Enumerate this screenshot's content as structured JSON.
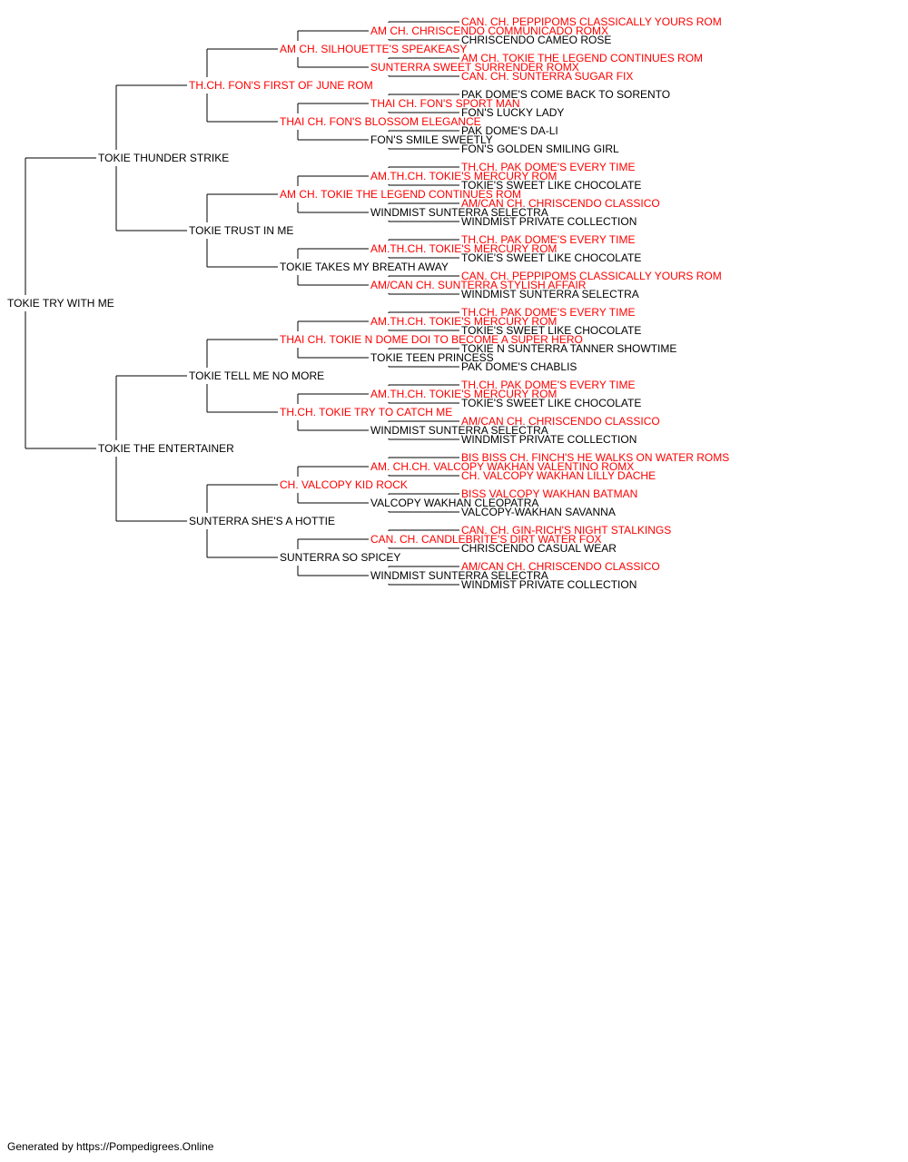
{
  "colors": {
    "champion": "#ff0000",
    "normal": "#000000",
    "connector": "#000000"
  },
  "pedigree": {
    "name": "TOKIE TRY WITH ME",
    "ch": false,
    "sire": {
      "name": "TOKIE THUNDER STRIKE",
      "ch": false,
      "sire": {
        "name": "TH.CH. FON'S FIRST OF JUNE ROM",
        "ch": true,
        "sire": {
          "name": "AM CH. SILHOUETTE'S SPEAKEASY",
          "ch": true,
          "sire": {
            "name": "AM CH. CHRISCENDO COMMUNICADO ROMX",
            "ch": true,
            "sire": {
              "name": "CAN. CH. PEPPIPOMS CLASSICALLY YOURS ROM",
              "ch": true
            },
            "dam": {
              "name": "CHRISCENDO CAMEO ROSE",
              "ch": false
            }
          },
          "dam": {
            "name": "SUNTERRA SWEET SURRENDER ROMX",
            "ch": true,
            "sire": {
              "name": "AM CH. TOKIE THE LEGEND CONTINUES ROM",
              "ch": true
            },
            "dam": {
              "name": "CAN. CH. SUNTERRA SUGAR FIX",
              "ch": true
            }
          }
        },
        "dam": {
          "name": "THAI CH. FON'S BLOSSOM ELEGANCE",
          "ch": true,
          "sire": {
            "name": "THAI CH. FON'S SPORT MAN",
            "ch": true,
            "sire": {
              "name": "PAK DOME'S COME BACK TO SORENTO",
              "ch": false
            },
            "dam": {
              "name": "FON'S LUCKY LADY",
              "ch": false
            }
          },
          "dam": {
            "name": "FON'S SMILE SWEETLY",
            "ch": false,
            "sire": {
              "name": "PAK DOME'S DA-LI",
              "ch": false
            },
            "dam": {
              "name": "FON'S GOLDEN SMILING GIRL",
              "ch": false
            }
          }
        }
      },
      "dam": {
        "name": "TOKIE TRUST IN ME",
        "ch": false,
        "sire": {
          "name": "AM CH. TOKIE THE LEGEND CONTINUES ROM",
          "ch": true,
          "sire": {
            "name": "AM.TH.CH. TOKIE'S MERCURY ROM",
            "ch": true,
            "sire": {
              "name": "TH.CH. PAK DOME'S EVERY TIME",
              "ch": true
            },
            "dam": {
              "name": "TOKIE'S SWEET LIKE CHOCOLATE",
              "ch": false
            }
          },
          "dam": {
            "name": "WINDMIST SUNTERRA SELECTRA",
            "ch": false,
            "sire": {
              "name": "AM/CAN CH. CHRISCENDO CLASSICO",
              "ch": true
            },
            "dam": {
              "name": "WINDMIST PRIVATE COLLECTION",
              "ch": false
            }
          }
        },
        "dam": {
          "name": "TOKIE TAKES MY BREATH AWAY",
          "ch": false,
          "sire": {
            "name": "AM.TH.CH. TOKIE'S MERCURY ROM",
            "ch": true,
            "sire": {
              "name": "TH.CH. PAK DOME'S EVERY TIME",
              "ch": true
            },
            "dam": {
              "name": "TOKIE'S SWEET LIKE CHOCOLATE",
              "ch": false
            }
          },
          "dam": {
            "name": "AM/CAN CH. SUNTERRA STYLISH AFFAIR",
            "ch": true,
            "sire": {
              "name": "CAN. CH. PEPPIPOMS CLASSICALLY YOURS ROM",
              "ch": true
            },
            "dam": {
              "name": "WINDMIST SUNTERRA SELECTRA",
              "ch": false
            }
          }
        }
      }
    },
    "dam": {
      "name": "TOKIE THE ENTERTAINER",
      "ch": false,
      "sire": {
        "name": "TOKIE TELL ME NO MORE",
        "ch": false,
        "sire": {
          "name": "THAI CH. TOKIE N DOME DOI TO BECOME A SUPER HERO",
          "ch": true,
          "sire": {
            "name": "AM.TH.CH. TOKIE'S MERCURY ROM",
            "ch": true,
            "sire": {
              "name": "TH.CH. PAK DOME'S EVERY TIME",
              "ch": true
            },
            "dam": {
              "name": "TOKIE'S SWEET LIKE CHOCOLATE",
              "ch": false
            }
          },
          "dam": {
            "name": "TOKIE TEEN PRINCESS",
            "ch": false,
            "sire": {
              "name": "TOKIE N SUNTERRA TANNER SHOWTIME",
              "ch": false
            },
            "dam": {
              "name": "PAK DOME'S CHABLIS",
              "ch": false
            }
          }
        },
        "dam": {
          "name": "TH.CH. TOKIE TRY TO CATCH ME",
          "ch": true,
          "sire": {
            "name": "AM.TH.CH. TOKIE'S MERCURY ROM",
            "ch": true,
            "sire": {
              "name": "TH.CH. PAK DOME'S EVERY TIME",
              "ch": true
            },
            "dam": {
              "name": "TOKIE'S SWEET LIKE CHOCOLATE",
              "ch": false
            }
          },
          "dam": {
            "name": "WINDMIST SUNTERRA SELECTRA",
            "ch": false,
            "sire": {
              "name": "AM/CAN CH. CHRISCENDO CLASSICO",
              "ch": true
            },
            "dam": {
              "name": "WINDMIST PRIVATE COLLECTION",
              "ch": false
            }
          }
        }
      },
      "dam": {
        "name": "SUNTERRA SHE'S A HOTTIE",
        "ch": false,
        "sire": {
          "name": "CH. VALCOPY KID ROCK",
          "ch": true,
          "sire": {
            "name": "AM. CH.CH. VALCOPY WAKHAN VALENTINO ROMX",
            "ch": true,
            "sire": {
              "name": "BIS BISS CH. FINCH'S HE WALKS ON WATER ROMS",
              "ch": true
            },
            "dam": {
              "name": "CH. VALCOPY WAKHAN LILLY DACHE",
              "ch": true
            }
          },
          "dam": {
            "name": "VALCOPY WAKHAN CLEOPATRA",
            "ch": false,
            "sire": {
              "name": "BISS VALCOPY WAKHAN BATMAN",
              "ch": true
            },
            "dam": {
              "name": "VALCOPY-WAKHAN SAVANNA",
              "ch": false
            }
          }
        },
        "dam": {
          "name": "SUNTERRA SO SPICEY",
          "ch": false,
          "sire": {
            "name": "CAN. CH. CANDLEBRITE'S DIRT WATER FOX",
            "ch": true,
            "sire": {
              "name": "CAN. CH. GIN-RICH'S NIGHT STALKINGS",
              "ch": true
            },
            "dam": {
              "name": "CHRISCENDO CASUAL WEAR",
              "ch": false
            }
          },
          "dam": {
            "name": "WINDMIST SUNTERRA SELECTRA",
            "ch": false,
            "sire": {
              "name": "AM/CAN CH. CHRISCENDO CLASSICO",
              "ch": true
            },
            "dam": {
              "name": "WINDMIST PRIVATE COLLECTION",
              "ch": false
            }
          }
        }
      }
    }
  },
  "footer": {
    "text": "Generated by https://Pompedigrees.Online"
  }
}
